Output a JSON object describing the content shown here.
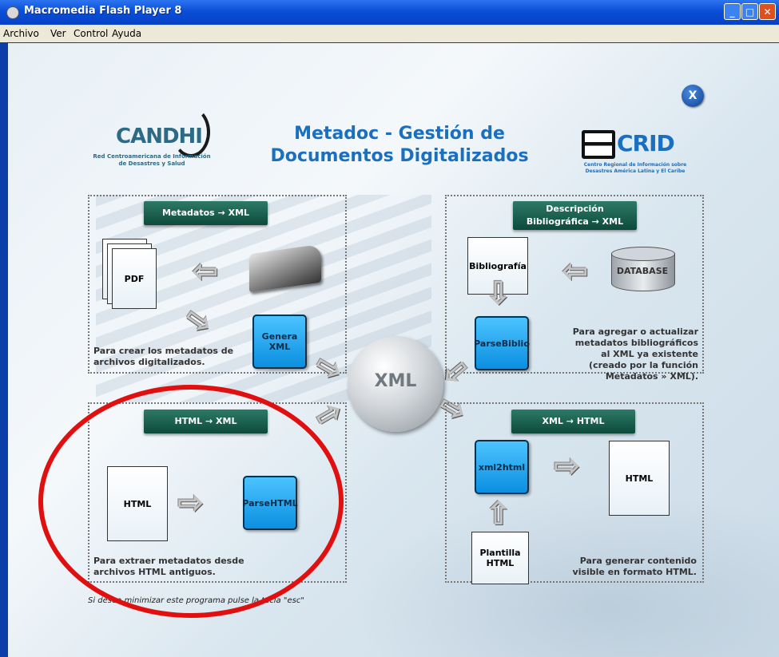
{
  "window": {
    "title": "Macromedia Flash Player 8"
  },
  "menu": [
    "Archivo",
    "Ver",
    "Control",
    "Ayuda"
  ],
  "logos": {
    "left": {
      "name": "CANDHI",
      "caption": "Red Centroamericana de Información de Desastres y Salud"
    },
    "right": {
      "name": "CRID",
      "caption": "Centro Regional de Información sobre Desastres América Latina y El Caribe"
    }
  },
  "heading": {
    "line1": "Metadoc - Gestión de",
    "line2": "Documentos Digitalizados"
  },
  "close_label": "X",
  "center": {
    "label": "XML"
  },
  "panels": {
    "metadatos": {
      "header": "Metadatos → XML",
      "doc": "PDF",
      "button": "Genera XML",
      "desc": "Para crear los metadatos de archivos digitalizados."
    },
    "biblio": {
      "header_line1": "Descripción",
      "header_line2": "Bibliográfica → XML",
      "doc": "Bibliografía",
      "db": "DATABASE",
      "button": "ParseBiblio",
      "desc": "Para agregar o actualizar metadatos bibliográficos al XML ya existente (creado por la función Metadatos » XML)."
    },
    "html2xml": {
      "header": "HTML → XML",
      "doc": "HTML",
      "button": "ParseHTML",
      "desc": "Para extraer metadatos desde archivos HTML antiguos."
    },
    "xml2html": {
      "header": "XML → HTML",
      "button": "xml2html",
      "doc": "HTML",
      "template": "Plantilla HTML",
      "desc": "Para generar contenido visible en formato HTML."
    }
  },
  "footer_note": "Si desea minimizar este programa pulse la tecla \"esc\"",
  "colors": {
    "accent": "#1a6fbf",
    "highlight_circle": "#e01010",
    "header_green": "#0d4a3c",
    "button_blue": "#0b8fe0"
  }
}
